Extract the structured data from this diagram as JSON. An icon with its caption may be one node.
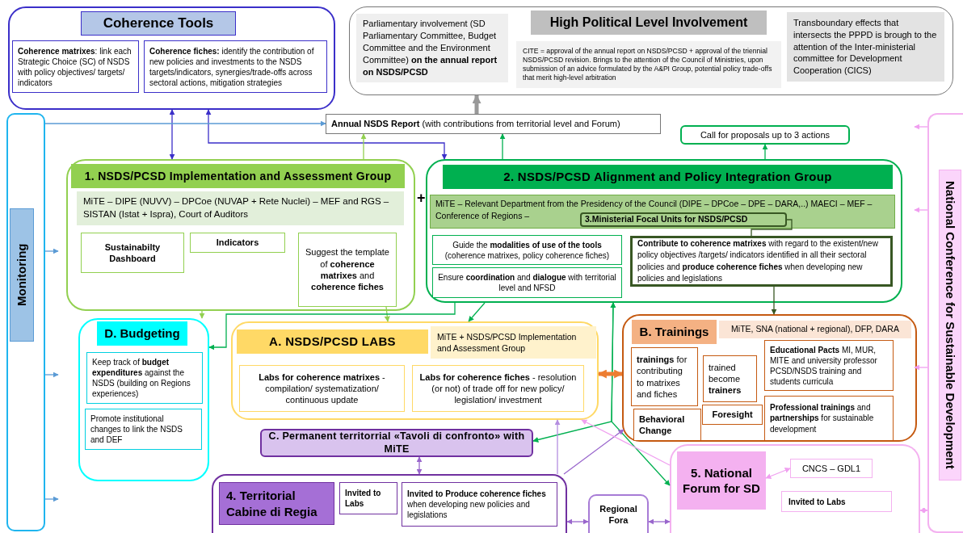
{
  "diagram": {
    "nodes": [
      {
        "text": [
          "Coherence Tools"
        ]
      },
      {
        "text": [
          "**Coherence matrixes**: link each Strategic Choice (SC) of NSDS with policy objectives/ targets/ indicators"
        ],
        "in": 0
      },
      {
        "text": [
          "**Coherence fiches:** identify the contribution of new policies and investments to the NSDS targets/indicators, synergies/trade-offs across sectoral actions, mitigation strategies"
        ],
        "in": 0
      },
      {
        "text": [
          "High Political Level Involvement"
        ]
      },
      {
        "text": [
          "Parliamentary involvement (SD Parliamentary Committee, Budget Committee and the Environment Committee) **on the annual report on NSDS/PCSD**"
        ],
        "in": 3
      },
      {
        "text": [
          "CITE = approval of the annual report on NSDS/PCSD + approval of the triennial NSDS/PCSD revision. Brings to the attention of the Council  of Ministries, upon submission of an advice formulated by the A&PI Group, potential policy trade-offs that merit  high-level arbitration"
        ],
        "in": 3
      },
      {
        "text": [
          "Transboundary effects that intersects the PPPD is brough to the attention of the Inter-ministerial committee for Development Cooperation (CICS)"
        ],
        "in": 3
      },
      {
        "text": [
          "Monitoring"
        ]
      },
      {
        "text": [
          "**Annual NSDS Report** (with contributions from territorial level and Forum)"
        ]
      },
      {
        "text": [
          "Call for proposals up to 3 actions"
        ]
      },
      {
        "text": [
          "1. NSDS/PCSD Implementation and Assessment Group",
          "MiTE – DIPE (NUVV) – DPCoe (NUVAP + Rete Nuclei) – MEF and RGS – SISTAN (Istat + Ispra), Court of Auditors"
        ]
      },
      {
        "text": [
          "Sustainabilty Dashboard"
        ],
        "in": 10
      },
      {
        "text": [
          "Indicators"
        ],
        "in": 10
      },
      {
        "text": [
          "Suggest the template of **coherence matrixes** and **coherence fiches**"
        ],
        "in": 10
      },
      {
        "text": [
          "2. NSDS/PCSD Alignment and Policy Integration Group",
          "MiTE – Relevant Department from the Presidency of the Council (DIPE – DPCoe – DPE – DARA,..) MAECI – MEF – Conference of Regions –"
        ]
      },
      {
        "text": [
          "3.Ministerial Focal Units for NSDS/PCSD"
        ],
        "in": 14
      },
      {
        "text": [
          "Guide the **modalities of use of the tools** (coherence matrixes, policy coherence fiches)"
        ],
        "in": 14
      },
      {
        "text": [
          "Ensure **coordination** and **dialogue** with territorial level and  NFSD"
        ],
        "in": 14
      },
      {
        "text": [
          "**Contribute to coherence matrixes** with regard to the existent/new policy objectives /targets/ indicators identified in all their sectoral policies and **produce coherence fiches** when developing new policies and legislations"
        ],
        "in": 14
      },
      {
        "text": [
          "D. Budgeting"
        ]
      },
      {
        "text": [
          "Keep track of  **budget expenditures** against the NSDS (building on Regions experiences)"
        ],
        "in": 19
      },
      {
        "text": [
          "Promote institutional changes to link the NSDS and  DEF"
        ],
        "in": 19
      },
      {
        "text": [
          "A. NSDS/PCSD LABS",
          "MiTE + NSDS/PCSD Implementation and Assessment Group"
        ]
      },
      {
        "text": [
          "**Labs for coherence matrixes** - compilation/ systematization/ continuous update"
        ],
        "in": 22
      },
      {
        "text": [
          "**Labs for coherence fiches** - resolution (or not) of trade off for new policy/ legislation/ investment"
        ],
        "in": 22
      },
      {
        "text": [
          "C. Permanent territorrial «Tavoli di confronto» with MiTE"
        ]
      },
      {
        "text": [
          "B. Trainings",
          "MiTE, SNA (national + regional), DFP, DARA"
        ]
      },
      {
        "text": [
          "**trainings** for contributing to matrixes and fiches"
        ],
        "in": 26
      },
      {
        "text": [
          "trained become **trainers**"
        ],
        "in": 26
      },
      {
        "text": [
          "**Educational Pacts** MI, MUR, MITE and university professor  PCSD/NSDS training and students curricula"
        ],
        "in": 26
      },
      {
        "text": [
          "Behavioral Change"
        ],
        "in": 26
      },
      {
        "text": [
          "Foresight"
        ],
        "in": 26
      },
      {
        "text": [
          "**Professional trainings** and **partnerships** for sustainable development"
        ],
        "in": 26
      },
      {
        "text": [
          "4. Territorial Cabine di Regia"
        ]
      },
      {
        "text": [
          "Invited to Labs"
        ],
        "in": 33
      },
      {
        "text": [
          "**Invited to Produce coherence fiches** when developing new policies and legislations"
        ],
        "in": 33
      },
      {
        "text": [
          "Regional Fora"
        ]
      },
      {
        "text": [
          "5. National Forum for SD"
        ]
      },
      {
        "text": [
          "CNCS – GDL1"
        ],
        "in": 37
      },
      {
        "text": [
          "Invited to Labs"
        ],
        "in": 37
      },
      {
        "text": [
          "National Conference for Sustainable Development"
        ]
      }
    ],
    "edges": [
      {
        "from": 0,
        "to": 10,
        "arrow": "both",
        "color": "#3b2fc9"
      },
      {
        "from": 14,
        "to": 0,
        "arrow": "both",
        "color": "#3b2fc9"
      },
      {
        "from": 7,
        "to": 8,
        "arrow": "to",
        "color": "#5b9bd5"
      },
      {
        "from": 10,
        "to": 8,
        "arrow": "to",
        "color": "#92d050"
      },
      {
        "from": 8,
        "to": 3,
        "arrow": "to",
        "style": "thick",
        "color": "#999999"
      },
      {
        "from": 14,
        "to": 8,
        "arrow": "to",
        "color": "#00b050"
      },
      {
        "from": 14,
        "to": 9,
        "arrow": "to",
        "color": "#00b050"
      },
      {
        "from": 7,
        "to": null,
        "arrow": "to",
        "color": "#5b9bd5"
      },
      {
        "from": 7,
        "to": null,
        "arrow": "to",
        "color": "#5b9bd5"
      },
      {
        "from": 7,
        "to": null,
        "arrow": "to",
        "color": "#5b9bd5"
      },
      {
        "from": 40,
        "to": null,
        "arrow": "to",
        "color": "#f09ef0"
      },
      {
        "from": 40,
        "to": null,
        "arrow": "to",
        "color": "#f09ef0"
      },
      {
        "from": 40,
        "to": null,
        "arrow": "to",
        "color": "#f09ef0"
      },
      {
        "from": 10,
        "to": 19,
        "arrow": "to",
        "color": "#92d050"
      },
      {
        "from": 13,
        "to": 22,
        "arrow": "to",
        "color": "#92d050"
      },
      {
        "from": 14,
        "to": 19,
        "arrow": "to",
        "color": "#00b050"
      },
      {
        "from": 14,
        "to": 22,
        "arrow": "to",
        "color": "#00b050"
      },
      {
        "from": 14,
        "to": 25,
        "arrow": "both",
        "color": "#00b050"
      },
      {
        "from": 14,
        "to": 37,
        "arrow": "both",
        "color": "#00b050"
      },
      {
        "from": 15,
        "to": 18,
        "arrow": "none",
        "color": "#385723"
      },
      {
        "from": 18,
        "to": 26,
        "arrow": "to",
        "color": "#385723"
      },
      {
        "from": 22,
        "to": 26,
        "arrow": "both",
        "style": "thick",
        "color": "#ed7d31"
      },
      {
        "from": 25,
        "to": 33,
        "arrow": "both",
        "color": "#9966cc"
      },
      {
        "from": 33,
        "to": 22,
        "arrow": "to",
        "color": "#b48ee0"
      },
      {
        "from": 33,
        "to": 26,
        "arrow": "to",
        "color": "#9966cc"
      },
      {
        "from": 37,
        "to": 22,
        "arrow": "to",
        "color": "#f0a0f0"
      },
      {
        "from": 33,
        "to": 36,
        "arrow": "both",
        "color": "#9966cc"
      },
      {
        "from": 36,
        "to": 37,
        "arrow": "both",
        "color": "#9966cc"
      },
      {
        "from": 37,
        "to": 38,
        "arrow": "both",
        "color": "#f0a0f0"
      },
      {
        "from": 37,
        "to": 40,
        "arrow": "both",
        "color": "#f0a0f0"
      }
    ],
    "labels": [
      "+"
    ]
  }
}
